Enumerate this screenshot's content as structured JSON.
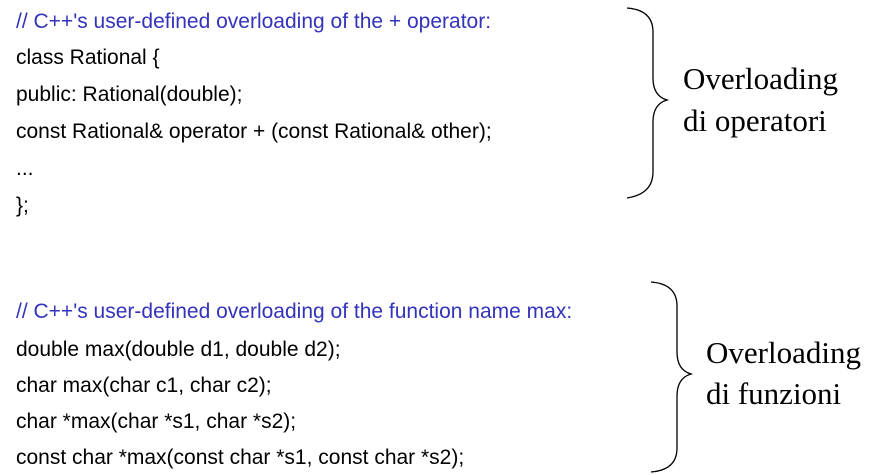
{
  "block1": {
    "comment": "// C++'s user-defined overloading of the + operator:",
    "lines": [
      "class Rational {",
      "public: Rational(double);",
      "const Rational& operator + (const Rational& other);",
      "...",
      "};"
    ],
    "label_line1": "Overloading",
    "label_line2": "di operatori"
  },
  "block2": {
    "comment": "// C++'s user-defined overloading of the function name max:",
    "lines": [
      "double max(double d1, double d2);",
      "char max(char c1, char c2);",
      "char *max(char *s1, char *s2);",
      "const char *max(const char *s1, const char *s2);"
    ],
    "label_line1": "Overloading",
    "label_line2": "di funzioni"
  },
  "colors": {
    "comment": "#3333bb",
    "code": "#000000"
  },
  "icons": [
    "curly-brace-icon"
  ]
}
